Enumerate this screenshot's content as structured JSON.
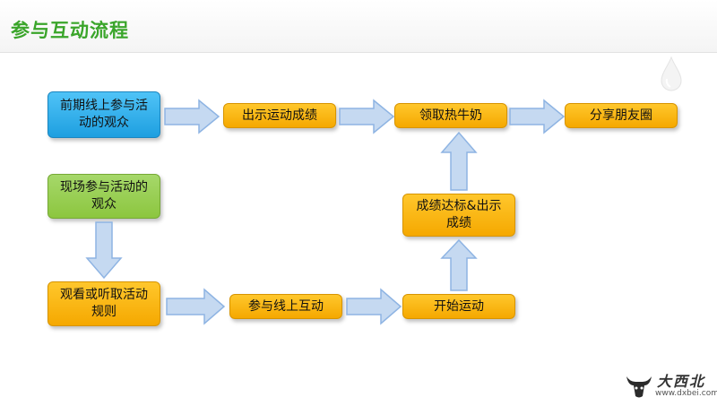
{
  "slide": {
    "title": "参与互动流程",
    "title_color": "#3aa52a"
  },
  "nodes": {
    "online_audience": "前期线上参与活动的观众",
    "show_result_1": "出示运动成绩",
    "get_milk": "领取热牛奶",
    "share_moments": "分享朋友圈",
    "onsite_audience": "现场参与活动的观众",
    "watch_rules": "观看或听取活动规则",
    "online_interact": "参与线上互动",
    "start_exercise": "开始运动",
    "result_qualified": "成绩达标&出示成绩"
  },
  "colors": {
    "blue_node": "#1e9fe0",
    "green_node": "#8cc63f",
    "yellow_node": "#f5a800",
    "arrow_fill": "#c5d9f1",
    "arrow_stroke": "#8eb4e3"
  },
  "watermark": {
    "name": "大西北",
    "url": "www.dxbei.com"
  }
}
